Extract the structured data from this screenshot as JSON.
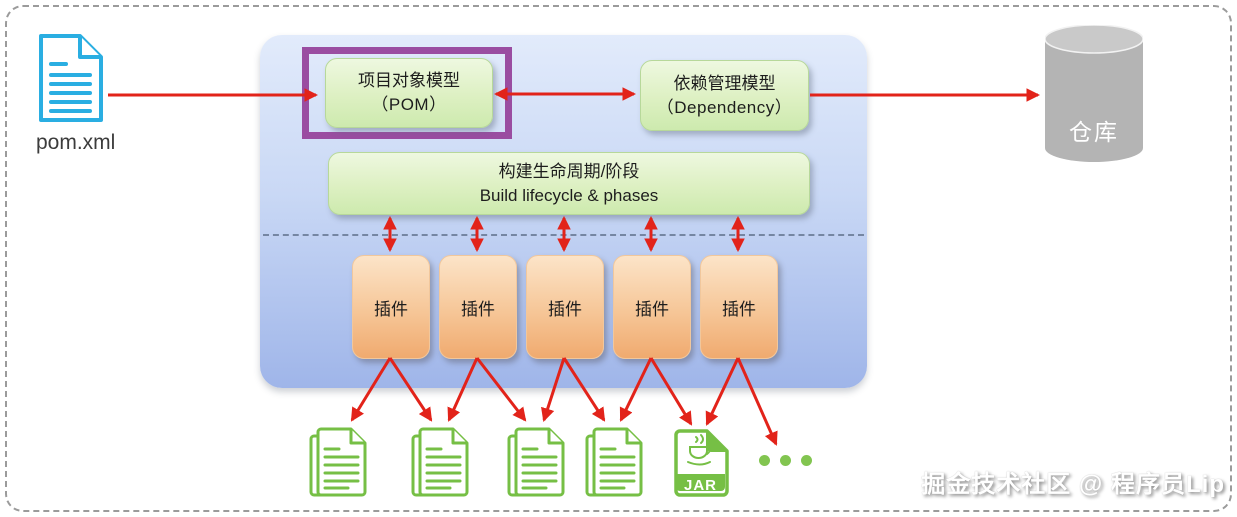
{
  "diagram": {
    "pom_file": {
      "label": "pom.xml"
    },
    "pom_box": {
      "line1": "项目对象模型",
      "line2": "（POM）"
    },
    "dependency_box": {
      "line1": "依赖管理模型",
      "line2": "（Dependency）"
    },
    "lifecycle_box": {
      "line1": "构建生命周期/阶段",
      "line2": "Build lifecycle & phases"
    },
    "plugins": [
      "插件",
      "插件",
      "插件",
      "插件",
      "插件"
    ],
    "repository": {
      "label": "仓库"
    },
    "jar_file": {
      "label": "JAR"
    },
    "watermark": "掘金技术社区 @ 程序员Lip"
  },
  "colors": {
    "arrow_red": "#e2231a",
    "highlight_purple": "#9a4da1",
    "panel_blue_top": "#e2ebfb",
    "panel_blue_bottom": "#9fb5e9",
    "box_green_top": "#eef8e0",
    "box_green_bottom": "#cdeaae",
    "plugin_orange_top": "#fce4c8",
    "plugin_orange_bottom": "#f0aa6f",
    "pom_icon_cyan": "#2aaee2",
    "artifact_green": "#76bf45",
    "repository_gray": "#b6b6b6"
  }
}
